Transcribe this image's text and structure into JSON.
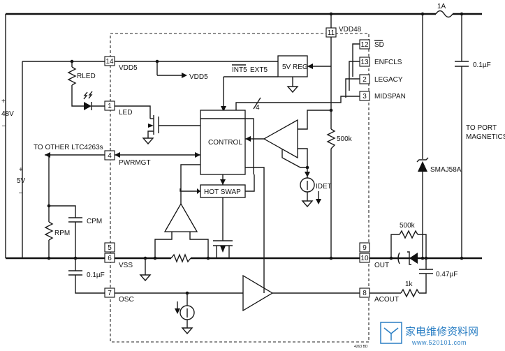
{
  "labels": {
    "vdd48": "VDD48",
    "vdd5": "VDD5",
    "vdd5_out": "VDD5",
    "sd": "SD",
    "enfcls": "ENFCLS",
    "legacy": "LEGACY",
    "midspan": "MIDSPAN",
    "rled": "RLED",
    "led": "LED",
    "fuse": "1A",
    "cap_top": "0.1µF",
    "to_port": "TO PORT",
    "magnetics": "MAGNETICS",
    "reg": "5V REG",
    "int5": "INT5",
    "ext5": "EXT5",
    "bus_count": "4",
    "control": "CONTROL",
    "hotswap": "HOT SWAP",
    "r500k_v": "500k",
    "idet": "IDET",
    "other": "TO OTHER LTC4263s",
    "pwrmgt": "PWRMGT",
    "v48_plus": "+",
    "v48": "48V",
    "v48_minus": "–",
    "v5_plus": "+",
    "v5": "5V",
    "v5_minus": "–",
    "cpm": "CPM",
    "rpm": "RPM",
    "vss": "VSS",
    "cap_osc": "0.1µF",
    "osc": "OSC",
    "smaj": "SMAJ58A",
    "r500k_h": "500k",
    "out": "OUT",
    "cap_out": "0.47µF",
    "r1k": "1k",
    "acout": "ACOUT",
    "code": "4263 BD"
  },
  "pins": {
    "p11": "11",
    "p12": "12",
    "p13": "13",
    "p2": "2",
    "p3": "3",
    "p14": "14",
    "p1": "1",
    "p4": "4",
    "p5": "5",
    "p6": "6",
    "p7": "7",
    "p9": "9",
    "p10": "10",
    "p8": "8"
  },
  "watermark": {
    "cn": "家电维修资料网",
    "url": "www.520101.com"
  }
}
